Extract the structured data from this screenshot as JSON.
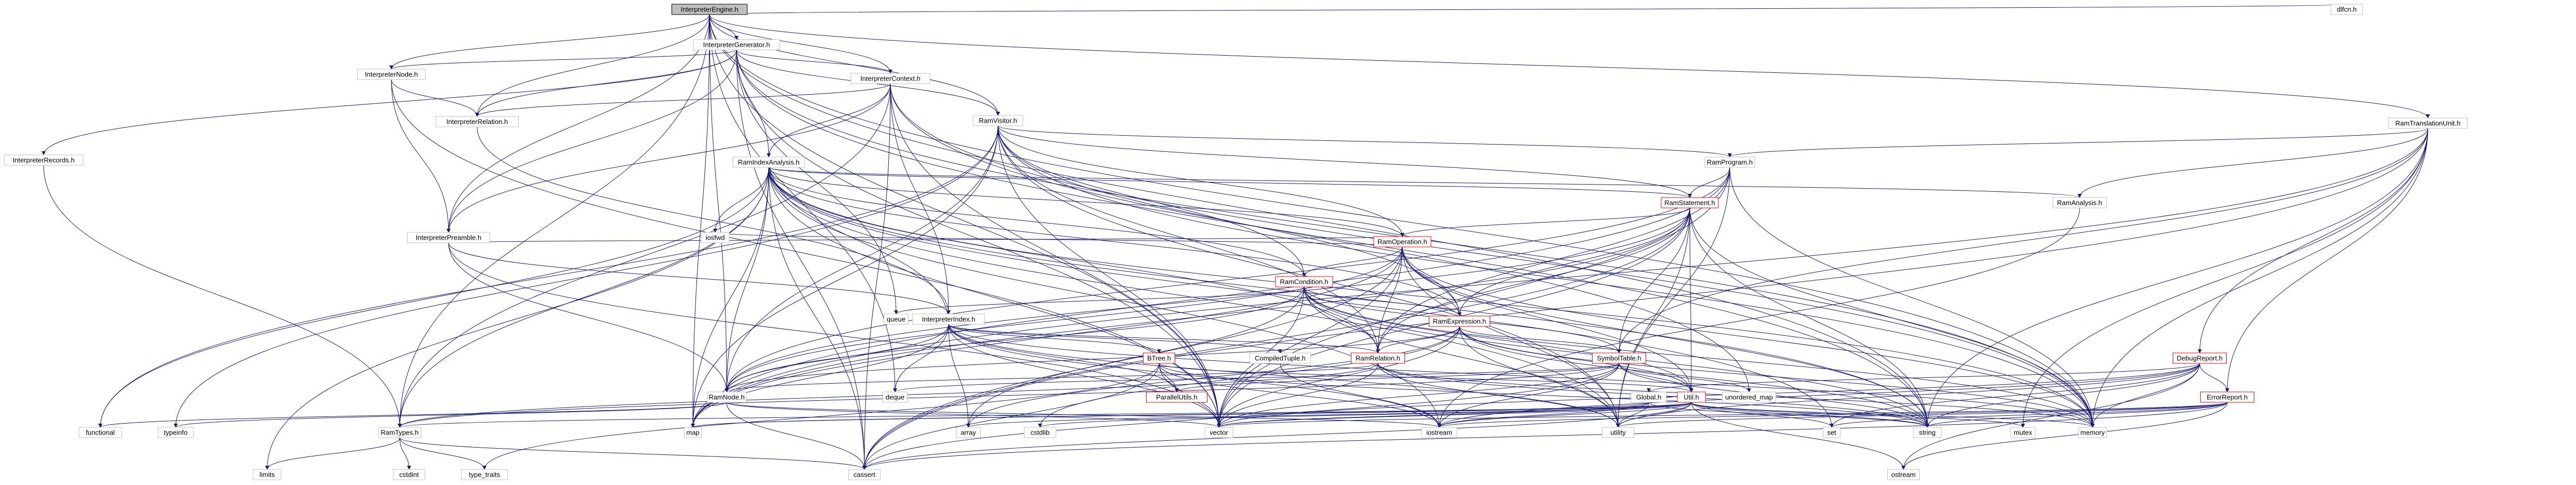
{
  "root": "InterpreterEngine.h",
  "nodes": [
    {
      "id": "InterpreterEngine.h",
      "style": "root"
    },
    {
      "id": "InterpreterGenerator.h",
      "style": "normal"
    },
    {
      "id": "InterpreterNode.h",
      "style": "normal"
    },
    {
      "id": "InterpreterContext.h",
      "style": "normal"
    },
    {
      "id": "RamVisitor.h",
      "style": "normal"
    },
    {
      "id": "InterpreterRecords.h",
      "style": "normal"
    },
    {
      "id": "InterpreterRelation.h",
      "style": "normal"
    },
    {
      "id": "RamIndexAnalysis.h",
      "style": "normal"
    },
    {
      "id": "InterpreterPreamble.h",
      "style": "normal"
    },
    {
      "id": "RamProgram.h",
      "style": "normal"
    },
    {
      "id": "RamStatement.h",
      "style": "red"
    },
    {
      "id": "RamOperation.h",
      "style": "red"
    },
    {
      "id": "RamCondition.h",
      "style": "red"
    },
    {
      "id": "RamExpression.h",
      "style": "red"
    },
    {
      "id": "InterpreterIndex.h",
      "style": "normal"
    },
    {
      "id": "CompiledTuple.h",
      "style": "normal"
    },
    {
      "id": "BTree.h",
      "style": "red"
    },
    {
      "id": "RamRelation.h",
      "style": "red"
    },
    {
      "id": "SymbolTable.h",
      "style": "red"
    },
    {
      "id": "ParallelUtils.h",
      "style": "red"
    },
    {
      "id": "RamNode.h",
      "style": "normal"
    },
    {
      "id": "Global.h",
      "style": "normal"
    },
    {
      "id": "Util.h",
      "style": "red"
    },
    {
      "id": "RamTypes.h",
      "style": "normal"
    },
    {
      "id": "RamTranslationUnit.h",
      "style": "normal"
    },
    {
      "id": "RamAnalysis.h",
      "style": "normal"
    },
    {
      "id": "DebugReport.h",
      "style": "red"
    },
    {
      "id": "ErrorReport.h",
      "style": "red"
    },
    {
      "id": "dlfcn.h",
      "style": "plain"
    },
    {
      "id": "unordered_map",
      "style": "plain"
    },
    {
      "id": "deque",
      "style": "plain"
    },
    {
      "id": "queue",
      "style": "plain"
    },
    {
      "id": "iosfwd",
      "style": "plain"
    },
    {
      "id": "functional",
      "style": "plain"
    },
    {
      "id": "typeinfo",
      "style": "plain"
    },
    {
      "id": "limits",
      "style": "plain"
    },
    {
      "id": "cstdint",
      "style": "plain"
    },
    {
      "id": "type_traits",
      "style": "plain"
    },
    {
      "id": "cassert",
      "style": "plain"
    },
    {
      "id": "map",
      "style": "plain"
    },
    {
      "id": "array",
      "style": "plain"
    },
    {
      "id": "cstdlib",
      "style": "plain"
    },
    {
      "id": "vector",
      "style": "plain"
    },
    {
      "id": "iostream",
      "style": "plain"
    },
    {
      "id": "utility",
      "style": "plain"
    },
    {
      "id": "set",
      "style": "plain"
    },
    {
      "id": "string",
      "style": "plain"
    },
    {
      "id": "mutex",
      "style": "plain"
    },
    {
      "id": "memory",
      "style": "plain"
    },
    {
      "id": "ostream",
      "style": "plain"
    }
  ],
  "edges": [
    [
      "InterpreterEngine.h",
      "InterpreterGenerator.h"
    ],
    [
      "InterpreterEngine.h",
      "InterpreterNode.h"
    ],
    [
      "InterpreterEngine.h",
      "InterpreterContext.h"
    ],
    [
      "InterpreterEngine.h",
      "RamVisitor.h"
    ],
    [
      "InterpreterEngine.h",
      "RamTranslationUnit.h"
    ],
    [
      "InterpreterEngine.h",
      "InterpreterRelation.h"
    ],
    [
      "InterpreterEngine.h",
      "InterpreterPreamble.h"
    ],
    [
      "InterpreterEngine.h",
      "RamNode.h"
    ],
    [
      "InterpreterEngine.h",
      "RamTypes.h"
    ],
    [
      "InterpreterEngine.h",
      "deque"
    ],
    [
      "InterpreterEngine.h",
      "map"
    ],
    [
      "InterpreterEngine.h",
      "vector"
    ],
    [
      "InterpreterEngine.h",
      "string"
    ],
    [
      "InterpreterEngine.h",
      "memory"
    ],
    [
      "InterpreterEngine.h",
      "dlfcn.h"
    ],
    [
      "InterpreterGenerator.h",
      "InterpreterNode.h"
    ],
    [
      "InterpreterGenerator.h",
      "InterpreterContext.h"
    ],
    [
      "InterpreterGenerator.h",
      "InterpreterRecords.h"
    ],
    [
      "InterpreterGenerator.h",
      "InterpreterRelation.h"
    ],
    [
      "InterpreterGenerator.h",
      "RamIndexAnalysis.h"
    ],
    [
      "InterpreterGenerator.h",
      "InterpreterPreamble.h"
    ],
    [
      "InterpreterGenerator.h",
      "RamVisitor.h"
    ],
    [
      "InterpreterGenerator.h",
      "queue"
    ],
    [
      "InterpreterGenerator.h",
      "cassert"
    ],
    [
      "InterpreterGenerator.h",
      "vector"
    ],
    [
      "InterpreterGenerator.h",
      "string"
    ],
    [
      "InterpreterGenerator.h",
      "memory"
    ],
    [
      "InterpreterNode.h",
      "InterpreterRelation.h"
    ],
    [
      "InterpreterNode.h",
      "InterpreterPreamble.h"
    ],
    [
      "InterpreterNode.h",
      "vector"
    ],
    [
      "InterpreterContext.h",
      "InterpreterRelation.h"
    ],
    [
      "InterpreterContext.h",
      "InterpreterIndex.h"
    ],
    [
      "InterpreterContext.h",
      "RamIndexAnalysis.h"
    ],
    [
      "InterpreterContext.h",
      "RamTypes.h"
    ],
    [
      "InterpreterContext.h",
      "InterpreterPreamble.h"
    ],
    [
      "InterpreterContext.h",
      "cassert"
    ],
    [
      "InterpreterContext.h",
      "vector"
    ],
    [
      "InterpreterContext.h",
      "memory"
    ],
    [
      "InterpreterContext.h",
      "unordered_map"
    ],
    [
      "RamVisitor.h",
      "RamProgram.h"
    ],
    [
      "RamVisitor.h",
      "RamStatement.h"
    ],
    [
      "RamVisitor.h",
      "RamOperation.h"
    ],
    [
      "RamVisitor.h",
      "RamCondition.h"
    ],
    [
      "RamVisitor.h",
      "RamExpression.h"
    ],
    [
      "RamVisitor.h",
      "RamRelation.h"
    ],
    [
      "RamVisitor.h",
      "RamNode.h"
    ],
    [
      "RamVisitor.h",
      "functional"
    ],
    [
      "RamVisitor.h",
      "typeinfo"
    ],
    [
      "RamVisitor.h",
      "vector"
    ],
    [
      "RamVisitor.h",
      "memory"
    ],
    [
      "RamVisitor.h",
      "map"
    ],
    [
      "RamVisitor.h",
      "utility"
    ],
    [
      "InterpreterRecords.h",
      "RamTypes.h"
    ],
    [
      "InterpreterRelation.h",
      "InterpreterIndex.h"
    ],
    [
      "RamIndexAnalysis.h",
      "RamAnalysis.h"
    ],
    [
      "RamIndexAnalysis.h",
      "RamOperation.h"
    ],
    [
      "RamIndexAnalysis.h",
      "RamStatement.h"
    ],
    [
      "RamIndexAnalysis.h",
      "RamCondition.h"
    ],
    [
      "RamIndexAnalysis.h",
      "RamExpression.h"
    ],
    [
      "RamIndexAnalysis.h",
      "RamRelation.h"
    ],
    [
      "RamIndexAnalysis.h",
      "RamTypes.h"
    ],
    [
      "RamIndexAnalysis.h",
      "RamNode.h"
    ],
    [
      "RamIndexAnalysis.h",
      "iosfwd"
    ],
    [
      "RamIndexAnalysis.h",
      "functional"
    ],
    [
      "RamIndexAnalysis.h",
      "limits"
    ],
    [
      "RamIndexAnalysis.h",
      "cassert"
    ],
    [
      "RamIndexAnalysis.h",
      "map"
    ],
    [
      "RamIndexAnalysis.h",
      "set"
    ],
    [
      "RamIndexAnalysis.h",
      "vector"
    ],
    [
      "RamIndexAnalysis.h",
      "utility"
    ],
    [
      "RamIndexAnalysis.h",
      "iostream"
    ],
    [
      "RamIndexAnalysis.h",
      "string"
    ],
    [
      "RamIndexAnalysis.h",
      "memory"
    ],
    [
      "InterpreterPreamble.h",
      "InterpreterIndex.h"
    ],
    [
      "InterpreterPreamble.h",
      "RamOperation.h"
    ],
    [
      "InterpreterPreamble.h",
      "RamNode.h"
    ],
    [
      "InterpreterPreamble.h",
      "vector"
    ],
    [
      "RamProgram.h",
      "RamStatement.h"
    ],
    [
      "RamProgram.h",
      "RamRelation.h"
    ],
    [
      "RamProgram.h",
      "RamNode.h"
    ],
    [
      "RamProgram.h",
      "vector"
    ],
    [
      "RamProgram.h",
      "map"
    ],
    [
      "RamProgram.h",
      "utility"
    ],
    [
      "RamProgram.h",
      "memory"
    ],
    [
      "RamStatement.h",
      "RamOperation.h"
    ],
    [
      "RamStatement.h",
      "RamExpression.h"
    ],
    [
      "RamStatement.h",
      "RamRelation.h"
    ],
    [
      "RamStatement.h",
      "SymbolTable.h"
    ],
    [
      "RamStatement.h",
      "RamNode.h"
    ],
    [
      "RamStatement.h",
      "Util.h"
    ],
    [
      "RamStatement.h",
      "cassert"
    ],
    [
      "RamStatement.h",
      "vector"
    ],
    [
      "RamStatement.h",
      "utility"
    ],
    [
      "RamStatement.h",
      "string"
    ],
    [
      "RamStatement.h",
      "memory"
    ],
    [
      "RamStatement.h",
      "map"
    ],
    [
      "RamOperation.h",
      "RamCondition.h"
    ],
    [
      "RamOperation.h",
      "RamExpression.h"
    ],
    [
      "RamOperation.h",
      "RamRelation.h"
    ],
    [
      "RamOperation.h",
      "RamNode.h"
    ],
    [
      "RamOperation.h",
      "Util.h"
    ],
    [
      "RamOperation.h",
      "iosfwd"
    ],
    [
      "RamOperation.h",
      "cassert"
    ],
    [
      "RamOperation.h",
      "vector"
    ],
    [
      "RamOperation.h",
      "utility"
    ],
    [
      "RamOperation.h",
      "string"
    ],
    [
      "RamOperation.h",
      "memory"
    ],
    [
      "RamOperation.h",
      "map"
    ],
    [
      "RamCondition.h",
      "RamExpression.h"
    ],
    [
      "RamCondition.h",
      "RamRelation.h"
    ],
    [
      "RamCondition.h",
      "SymbolTable.h"
    ],
    [
      "RamCondition.h",
      "RamNode.h"
    ],
    [
      "RamCondition.h",
      "Util.h"
    ],
    [
      "RamCondition.h",
      "queue"
    ],
    [
      "RamCondition.h",
      "array"
    ],
    [
      "RamCondition.h",
      "vector"
    ],
    [
      "RamCondition.h",
      "utility"
    ],
    [
      "RamCondition.h",
      "string"
    ],
    [
      "RamCondition.h",
      "memory"
    ],
    [
      "RamExpression.h",
      "RamRelation.h"
    ],
    [
      "RamExpression.h",
      "SymbolTable.h"
    ],
    [
      "RamExpression.h",
      "RamNode.h"
    ],
    [
      "RamExpression.h",
      "Util.h"
    ],
    [
      "RamExpression.h",
      "array"
    ],
    [
      "RamExpression.h",
      "cstdlib"
    ],
    [
      "RamExpression.h",
      "vector"
    ],
    [
      "RamExpression.h",
      "utility"
    ],
    [
      "RamExpression.h",
      "string"
    ],
    [
      "RamExpression.h",
      "memory"
    ],
    [
      "InterpreterIndex.h",
      "CompiledTuple.h"
    ],
    [
      "InterpreterIndex.h",
      "BTree.h"
    ],
    [
      "InterpreterIndex.h",
      "RamRelation.h"
    ],
    [
      "InterpreterIndex.h",
      "ParallelUtils.h"
    ],
    [
      "InterpreterIndex.h",
      "RamIndexAnalysis.h"
    ],
    [
      "InterpreterIndex.h",
      "RamNode.h"
    ],
    [
      "InterpreterIndex.h",
      "deque"
    ],
    [
      "InterpreterIndex.h",
      "map"
    ],
    [
      "InterpreterIndex.h",
      "array"
    ],
    [
      "InterpreterIndex.h",
      "vector"
    ],
    [
      "InterpreterIndex.h",
      "iostream"
    ],
    [
      "InterpreterIndex.h",
      "utility"
    ],
    [
      "InterpreterIndex.h",
      "memory"
    ],
    [
      "CompiledTuple.h",
      "iostream"
    ],
    [
      "BTree.h",
      "ParallelUtils.h"
    ],
    [
      "BTree.h",
      "Util.h"
    ],
    [
      "BTree.h",
      "cassert"
    ],
    [
      "BTree.h",
      "type_traits"
    ],
    [
      "BTree.h",
      "vector"
    ],
    [
      "BTree.h",
      "iostream"
    ],
    [
      "BTree.h",
      "string"
    ],
    [
      "RamRelation.h",
      "RamNode.h"
    ],
    [
      "RamRelation.h",
      "RamTypes.h"
    ],
    [
      "RamRelation.h",
      "vector"
    ],
    [
      "RamRelation.h",
      "string"
    ],
    [
      "RamRelation.h",
      "memory"
    ],
    [
      "RamRelation.h",
      "utility"
    ],
    [
      "SymbolTable.h",
      "ParallelUtils.h"
    ],
    [
      "SymbolTable.h",
      "RamTypes.h"
    ],
    [
      "SymbolTable.h",
      "Util.h"
    ],
    [
      "SymbolTable.h",
      "unordered_map"
    ],
    [
      "SymbolTable.h",
      "deque"
    ],
    [
      "SymbolTable.h",
      "cassert"
    ],
    [
      "SymbolTable.h",
      "vector"
    ],
    [
      "SymbolTable.h",
      "iostream"
    ],
    [
      "SymbolTable.h",
      "string"
    ],
    [
      "RamNode.h",
      "functional"
    ],
    [
      "RamNode.h",
      "typeinfo"
    ],
    [
      "RamNode.h",
      "cassert"
    ],
    [
      "RamNode.h",
      "vector"
    ],
    [
      "RamNode.h",
      "iostream"
    ],
    [
      "Global.h",
      "Util.h"
    ],
    [
      "Global.h",
      "map"
    ],
    [
      "Global.h",
      "vector"
    ],
    [
      "Global.h",
      "iostream"
    ],
    [
      "Global.h",
      "utility"
    ],
    [
      "Global.h",
      "string"
    ],
    [
      "Util.h",
      "RamTypes.h"
    ],
    [
      "Util.h",
      "map"
    ],
    [
      "Util.h",
      "array"
    ],
    [
      "Util.h",
      "cstdlib"
    ],
    [
      "Util.h",
      "vector"
    ],
    [
      "Util.h",
      "iostream"
    ],
    [
      "Util.h",
      "utility"
    ],
    [
      "Util.h",
      "set"
    ],
    [
      "Util.h",
      "string"
    ],
    [
      "Util.h",
      "mutex"
    ],
    [
      "Util.h",
      "memory"
    ],
    [
      "Util.h",
      "ostream"
    ],
    [
      "Util.h",
      "cassert"
    ],
    [
      "RamTypes.h",
      "cstdint"
    ],
    [
      "RamTypes.h",
      "limits"
    ],
    [
      "RamTypes.h",
      "type_traits"
    ],
    [
      "RamTypes.h",
      "cassert"
    ],
    [
      "RamTranslationUnit.h",
      "RamProgram.h"
    ],
    [
      "RamTranslationUnit.h",
      "RamAnalysis.h"
    ],
    [
      "RamTranslationUnit.h",
      "SymbolTable.h"
    ],
    [
      "RamTranslationUnit.h",
      "DebugReport.h"
    ],
    [
      "RamTranslationUnit.h",
      "ErrorReport.h"
    ],
    [
      "RamTranslationUnit.h",
      "cassert"
    ],
    [
      "RamTranslationUnit.h",
      "string"
    ],
    [
      "RamTranslationUnit.h",
      "mutex"
    ],
    [
      "RamTranslationUnit.h",
      "memory"
    ],
    [
      "RamTranslationUnit.h",
      "map"
    ],
    [
      "RamAnalysis.h",
      "iostream"
    ],
    [
      "DebugReport.h",
      "Global.h"
    ],
    [
      "DebugReport.h",
      "ErrorReport.h"
    ],
    [
      "DebugReport.h",
      "set"
    ],
    [
      "DebugReport.h",
      "string"
    ],
    [
      "DebugReport.h",
      "vector"
    ],
    [
      "DebugReport.h",
      "utility"
    ],
    [
      "DebugReport.h",
      "memory"
    ],
    [
      "DebugReport.h",
      "ostream"
    ],
    [
      "DebugReport.h",
      "iostream"
    ],
    [
      "ErrorReport.h",
      "set"
    ],
    [
      "ErrorReport.h",
      "string"
    ],
    [
      "ErrorReport.h",
      "vector"
    ],
    [
      "ErrorReport.h",
      "ostream"
    ],
    [
      "ErrorReport.h",
      "cassert"
    ],
    [
      "ErrorReport.h",
      "iostream"
    ],
    [
      "ErrorReport.h",
      "utility"
    ]
  ]
}
